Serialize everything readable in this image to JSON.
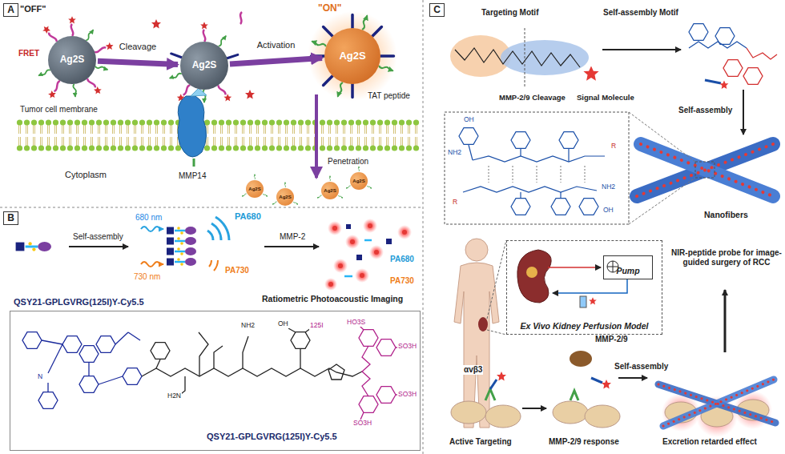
{
  "diagram": {
    "nodes": [
      {
        "text": [
          "A"
        ]
      },
      {
        "text": [
          "Ag2S"
        ]
      },
      {
        "text": [
          "Ag2S"
        ]
      },
      {
        "text": [
          "Ag2S"
        ]
      },
      {
        "text": [
          "Ag2S"
        ]
      },
      {
        "text": [
          "Ag2S"
        ]
      },
      {
        "text": [
          "Ag2S"
        ]
      },
      {
        "text": [
          "Ag2S"
        ]
      },
      {
        "text": [
          "B"
        ]
      },
      {
        "text": [
          "QSY21-GPLGVRG(125I)Y-Cy5.5"
        ]
      },
      {
        "text": [
          "C"
        ]
      },
      {
        "text": [
          "Ex Vivo Kidney Perfusion Model"
        ]
      },
      {
        "text": [
          "Pump"
        ],
        "in": 11
      }
    ],
    "edges": [
      {
        "from": 1,
        "to": 2,
        "arrow": "to",
        "label": "Cleavage"
      },
      {
        "from": 2,
        "to": 3,
        "arrow": "to",
        "label": "Activation"
      }
    ],
    "labels": [
      "\"OFF\"",
      "FRET",
      "\"ON\"",
      "TAT peptide",
      "Tumor cell membrane",
      "Cytoplasm",
      "MMP14",
      "Penetration",
      "Self-assembly",
      "680 nm",
      "PA680",
      "730 nm",
      "PA730",
      "MMP-2",
      "PA680",
      "PA730",
      "Ratiometric Photoacoustic Imaging",
      "QSY21-GPLGVRG(125I)Y-Cy5.5",
      "Targeting Motif",
      "Self-assembly Motif",
      "MMP-2/9 Cleavage",
      "Signal Molecule",
      "Self-assembly",
      "Nanofibers",
      "NIR-peptide probe for image-guided surgery of RCC",
      "Active Targeting",
      "αvβ3",
      "MMP-2/9",
      "MMP-2/9 response",
      "Self-assembly",
      "Excretion retarded effect",
      "HO3S",
      "SO3H",
      "SO3H",
      "SO3H",
      "NH2",
      "H2N",
      "OH",
      "125I",
      "N",
      "OH",
      "NH2",
      "R",
      "R",
      "NH2",
      "OH"
    ]
  }
}
